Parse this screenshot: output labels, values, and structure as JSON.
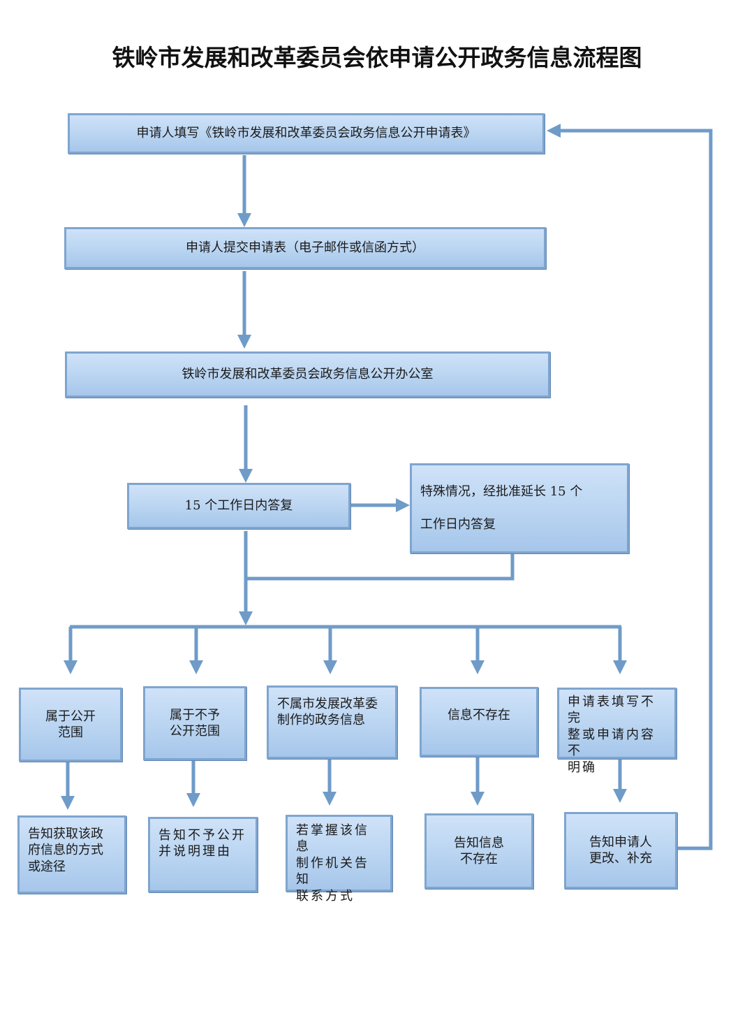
{
  "title": "铁岭市发展和改革委员会依申请公开政务信息流程图",
  "steps": {
    "fill_form": "申请人填写《铁岭市发展和改革委员会政务信息公开申请表》",
    "submit": "申请人提交申请表（电子邮件或信函方式）",
    "office": "铁岭市发展和改革委员会政务信息公开办公室",
    "reply_15": "15 个工作日内答复",
    "extend_15": "特殊情况，经批准延长 15 个\n\n工作日内答复"
  },
  "categories": [
    {
      "label": "属于公开\n范围",
      "result": "告知获取该政\n府信息的方式\n或途径"
    },
    {
      "label": "属于不予\n公开范围",
      "result": "告知不予公开\n并说明理由"
    },
    {
      "label": "不属市发展改革委\n制作的政务信息",
      "result": "若掌握该信息\n制作机关告知\n联系方式"
    },
    {
      "label": "信息不存在",
      "result": "告知信息\n不存在"
    },
    {
      "label": "申请表填写不完\n整或申请内容不\n明确",
      "result": "告知申请人\n更改、补充"
    }
  ],
  "colors": {
    "box_fill": "#b9d4f1",
    "box_border": "#7fa5cf",
    "arrow": "#6f9bc8"
  }
}
